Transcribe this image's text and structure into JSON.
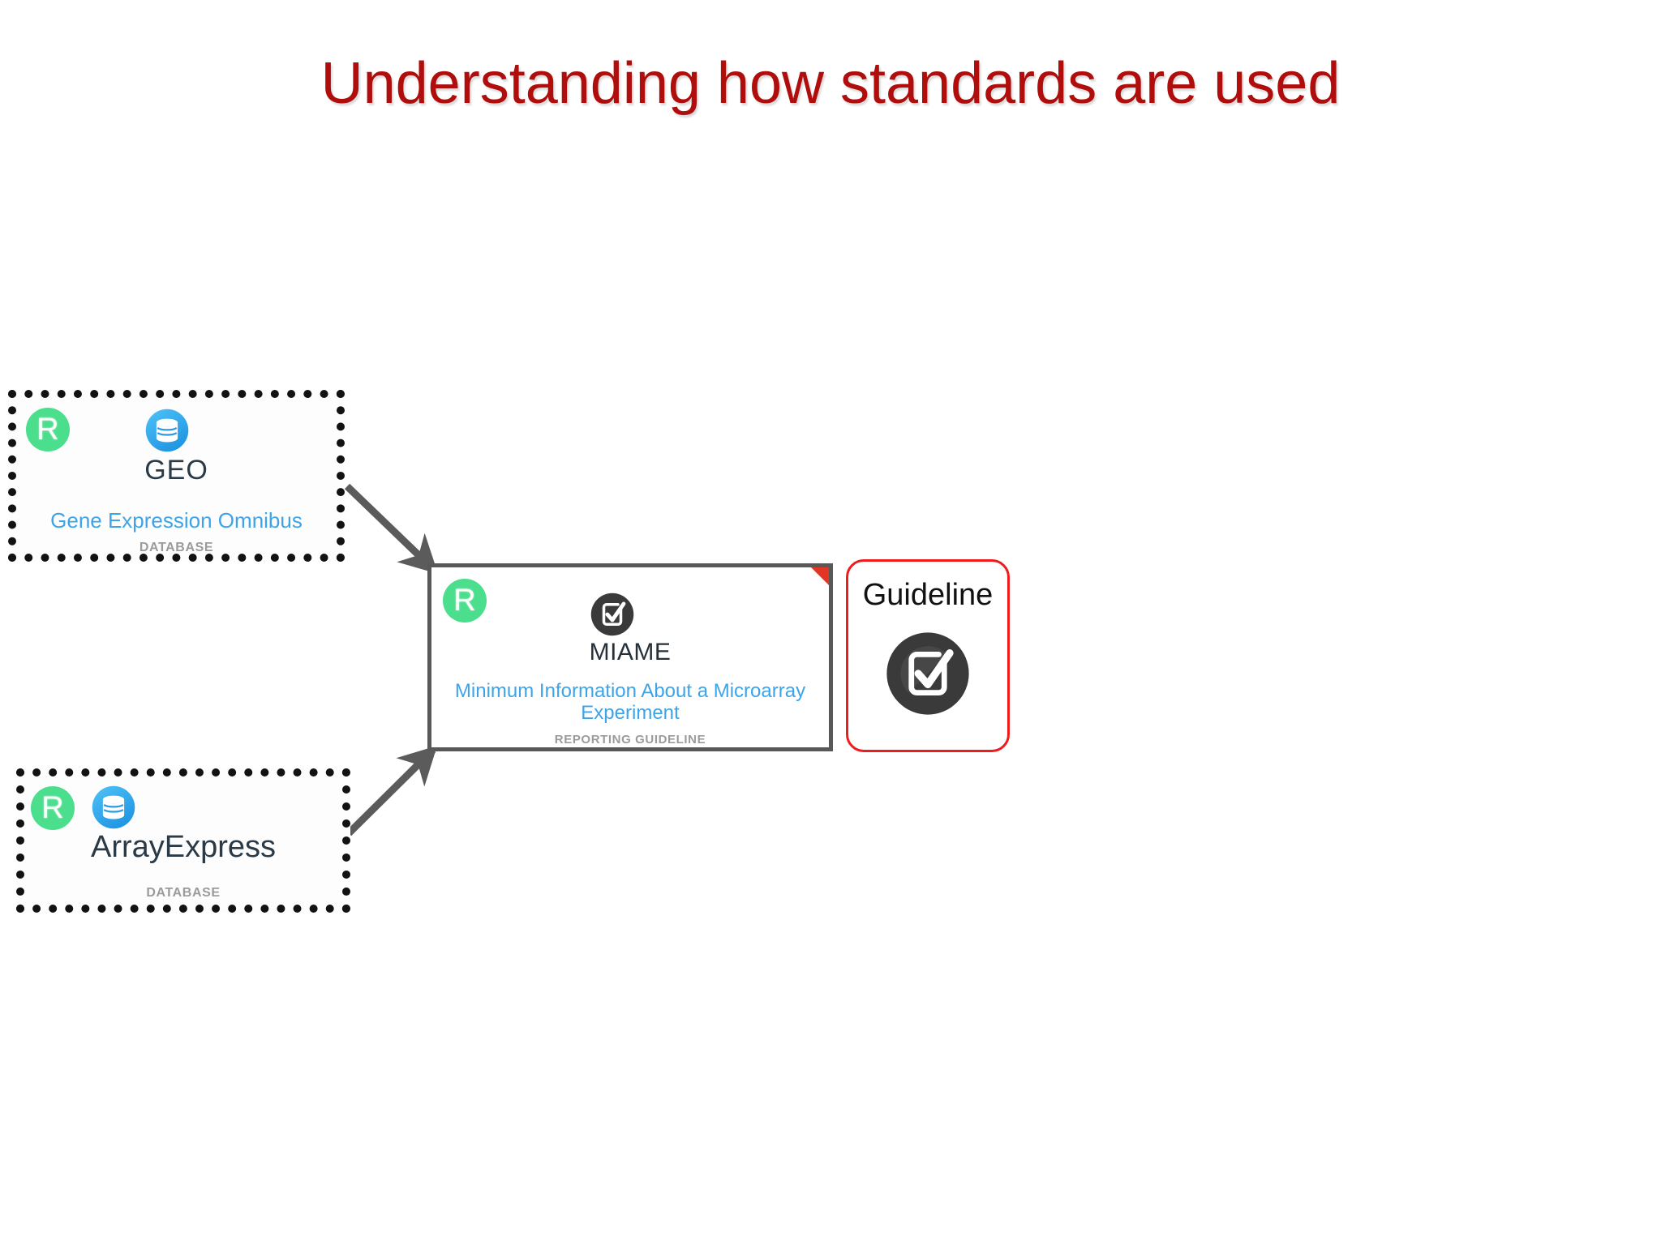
{
  "slide": {
    "title": "Understanding how standards are used",
    "title_color": "#B00D0D",
    "background": "#ffffff"
  },
  "cards": [
    {
      "id": "geo",
      "badge": "R",
      "badge_color": "#4BDE8C",
      "logo_icon": "database-icon",
      "logo_icon_color": "#35A8E8",
      "logo_name": "GEO",
      "title": "Gene Expression Omnibus",
      "title_color": "#3DA4E8",
      "subtitle": "DATABASE",
      "border_style": "dotted",
      "border_color": "#121212"
    },
    {
      "id": "miame",
      "badge": "R",
      "badge_color": "#4BDE8C",
      "logo_icon": "checkbox-check-icon",
      "logo_icon_color": "#3A3A3A",
      "logo_name": "MIAME",
      "title": "Minimum Information About a Microarray Experiment",
      "title_color": "#3DA4E8",
      "subtitle": "REPORTING GUIDELINE",
      "border_style": "solid",
      "border_color": "#585858",
      "corner_flag_color": "#E23524"
    },
    {
      "id": "arrayexpress",
      "badge": "R",
      "badge_color": "#4BDE8C",
      "logo_icon": "database-icon",
      "logo_icon_color": "#35A8E8",
      "logo_name": "ArrayExpress",
      "title": "",
      "subtitle": "DATABASE",
      "border_style": "dotted",
      "border_color": "#121212"
    }
  ],
  "callout": {
    "label": "Guideline",
    "icon": "checkbox-check-icon",
    "icon_color": "#3A3A3A",
    "border_color": "#EE1C1C"
  },
  "arrows": [
    {
      "name": "geo-to-miame",
      "from": "geo",
      "to": "miame",
      "color": "#5B5B5B"
    },
    {
      "name": "arrayexpress-to-miame",
      "from": "arrayexpress",
      "to": "miame",
      "color": "#5B5B5B"
    }
  ]
}
